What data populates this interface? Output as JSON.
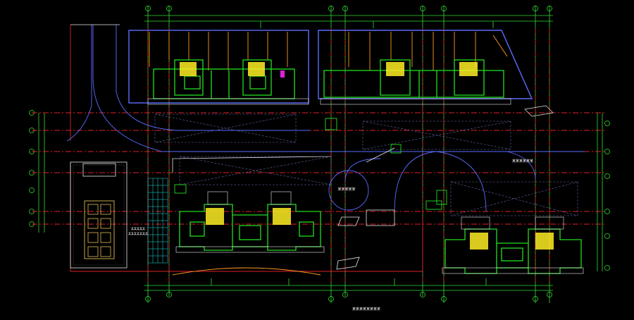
{
  "drawing": {
    "background": "#000000",
    "colors": {
      "axis_red": "#e0202a",
      "wall_green": "#22dd22",
      "dim_green": "#44ee44",
      "blue_edge": "#4060ff",
      "yellow_core": "#ffee22",
      "magenta": "#dd22dd",
      "white": "#e8e8e8",
      "cyan": "#22dddd",
      "orange": "#ff9922"
    },
    "bottom_title": "某某某某某某某某",
    "right_label": "某某某某某某",
    "center_label": "某某某某某",
    "left_label_1": "某某某某某",
    "left_label_2": "某某某某某某某"
  }
}
